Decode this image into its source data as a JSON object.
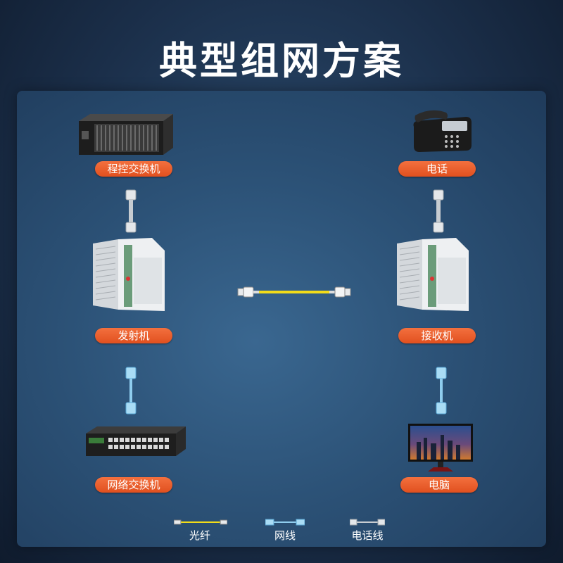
{
  "title": "典型组网方案",
  "nodes": {
    "pbx": "程控交换机",
    "phone": "电话",
    "transmitter": "发射机",
    "receiver": "接收机",
    "switch": "网络交换机",
    "computer": "电脑"
  },
  "legend": {
    "fiber": "光纤",
    "ethernet": "网线",
    "phone_line": "电话线"
  },
  "colors": {
    "label_bg": "#e9582a",
    "fiber": "#f2dc19",
    "ethernet": "#7cc6f0",
    "phone_line": "#d9dde2"
  }
}
